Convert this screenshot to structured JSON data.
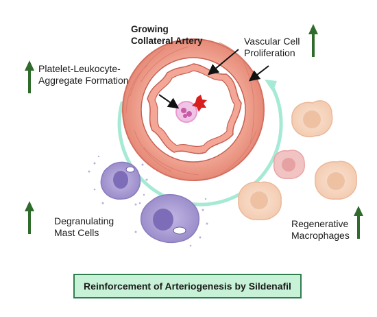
{
  "labels": {
    "artery": "Growing\nCollateral Artery",
    "vascular": "Vascular Cell\nProliferation",
    "platelet": "Platelet-Leukocyte-\nAggregate Formation",
    "mast": "Degranulating\nMast Cells",
    "macrophages": "Regenerative\nMacrophages"
  },
  "title": "Reinforcement of Arteriogenesis by Sildenafil",
  "colors": {
    "up_arrow": "#2f6b2a",
    "title_fill": "#c8f2d7",
    "title_border": "#2f7d4f",
    "artery_wall": "#ec9b8a",
    "curved_arrow": "#8fe0c7",
    "mast_cell": "#a89bd2",
    "macrophage": "#f7d8c3"
  },
  "icons": [
    "up-arrow-icon",
    "curved-arrow-icon",
    "black-arrow-icon",
    "mast-cell-icon",
    "macrophage-icon",
    "platelet-icon",
    "leukocyte-icon"
  ]
}
